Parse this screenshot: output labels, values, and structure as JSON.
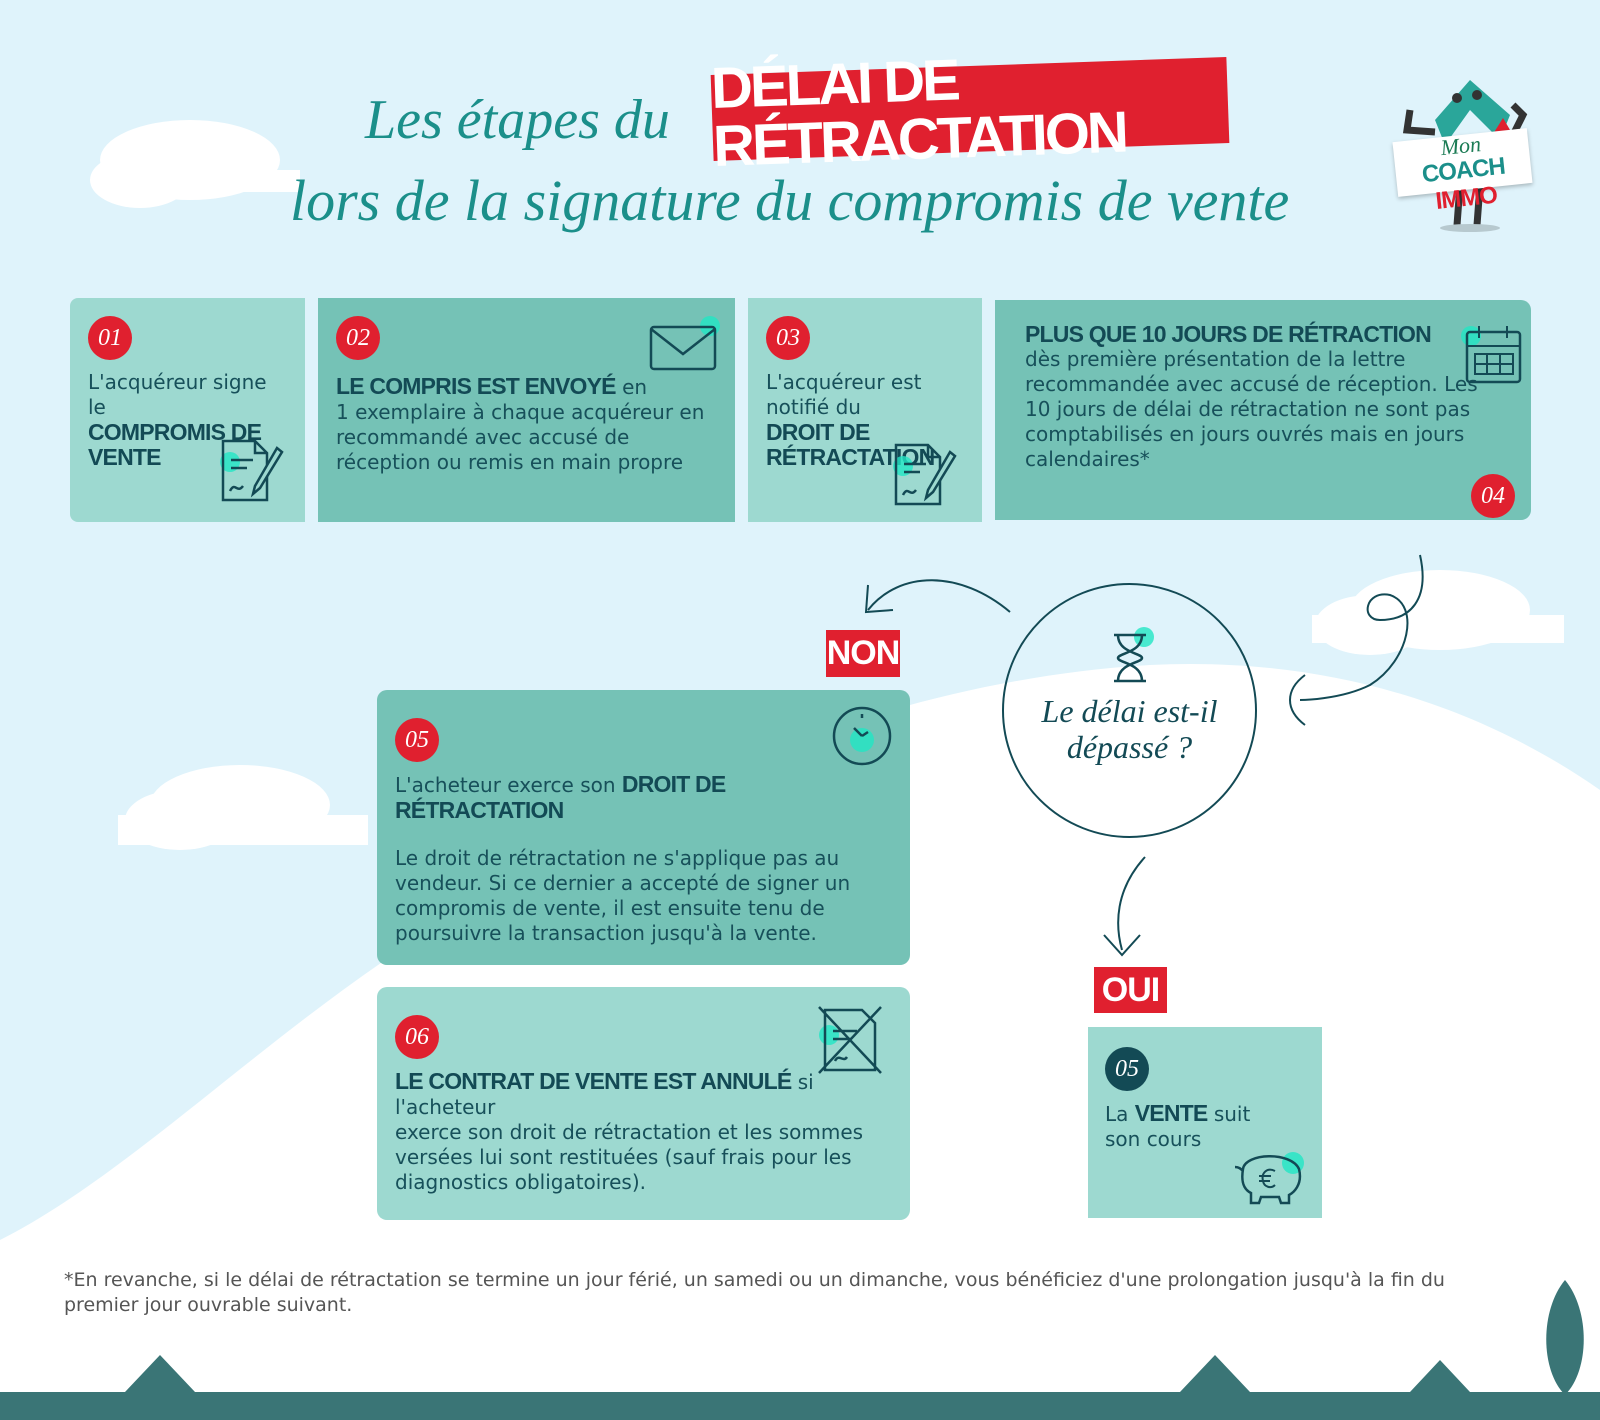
{
  "title": {
    "line1": "Les étapes du",
    "highlight": "DÉLAI DE RÉTRACTATION",
    "line2": "lors de la signature du compromis de vente"
  },
  "logo": {
    "mon": "Mon",
    "coach": "COACH",
    "immo": "IMMO"
  },
  "steps": [
    {
      "num": "01",
      "pre": "L'acquéreur signe le",
      "bold": "COMPROMIS DE VENTE",
      "icon": "document-sign-icon"
    },
    {
      "num": "02",
      "bold": "LE COMPRIS EST ENVOYÉ",
      "post": "en",
      "text": "1 exemplaire à chaque acquéreur en recommandé avec accusé de réception ou remis en main propre",
      "icon": "envelope-icon"
    },
    {
      "num": "03",
      "pre": "L'acquéreur est notifié du",
      "bold": "DROIT DE RÉTRACTATION",
      "icon": "document-sign-icon"
    },
    {
      "num": "04",
      "bold": "PLUS QUE 10 JOURS DE RÉTRACTION",
      "text": "dès première présentation de la lettre recommandée avec accusé de réception. Les 10 jours de délai de rétractation ne sont pas comptabilisés en jours ouvrés mais en jours calendaires*",
      "icon": "calendar-icon"
    }
  ],
  "question": {
    "text1": "Le délai est-il",
    "text2": "dépassé ?",
    "no": "NON",
    "yes": "OUI"
  },
  "no_steps": [
    {
      "num": "05",
      "pre": "L'acheteur exerce son",
      "bold": "DROIT DE RÉTRACTATION",
      "text": "Le droit de rétractation ne s'applique pas au vendeur. Si ce dernier a accepté de signer un compromis de vente, il est ensuite tenu de poursuivre la transaction jusqu'à la vente.",
      "icon": "clock-icon"
    },
    {
      "num": "06",
      "bold": "LE CONTRAT DE VENTE EST ANNULÉ",
      "post": "si l'acheteur",
      "text": "exerce son droit de rétractation et les sommes versées lui sont restituées (sauf frais pour les diagnostics obligatoires).",
      "icon": "cancelled-document-icon"
    }
  ],
  "yes_step": {
    "num": "05",
    "pre": "La",
    "bold": "VENTE",
    "post": "suit",
    "text": "son cours",
    "icon": "piggy-bank-icon"
  },
  "footnote": "*En revanche, si le délai de rétractation se termine un jour férié, un samedi ou un dimanche, vous bénéficiez d'une prolongation jusqu'à la fin du premier jour ouvrable suivant."
}
